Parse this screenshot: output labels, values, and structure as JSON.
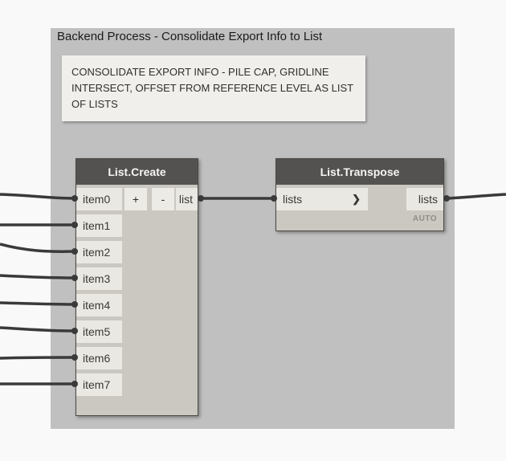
{
  "group": {
    "title": "Backend Process - Consolidate Export Info to List",
    "note_text": "CONSOLIDATE EXPORT INFO - PILE CAP, GRIDLINE INTERSECT, OFFSET FROM REFERENCE LEVEL AS LIST OF LISTS",
    "color": "#c0c0c0"
  },
  "nodes": [
    {
      "title": "List.Create",
      "inputs": [
        "item0",
        "item1",
        "item2",
        "item3",
        "item4",
        "item5",
        "item6",
        "item7"
      ],
      "add_button": "+",
      "remove_button": "-",
      "outputs": [
        "list"
      ]
    },
    {
      "title": "List.Transpose",
      "inputs": [
        "lists"
      ],
      "outputs": [
        "lists"
      ],
      "lacing": "AUTO",
      "chevron_icon": "❯"
    }
  ],
  "colors": {
    "canvas_bg": "#f9f9f9",
    "group_bg": "#c0c0c0",
    "note_bg": "#f0efec",
    "node_header": "#545250",
    "node_body": "#cbc8c2",
    "port_bg": "#eae8e3",
    "wire": "#3a3a3a"
  }
}
